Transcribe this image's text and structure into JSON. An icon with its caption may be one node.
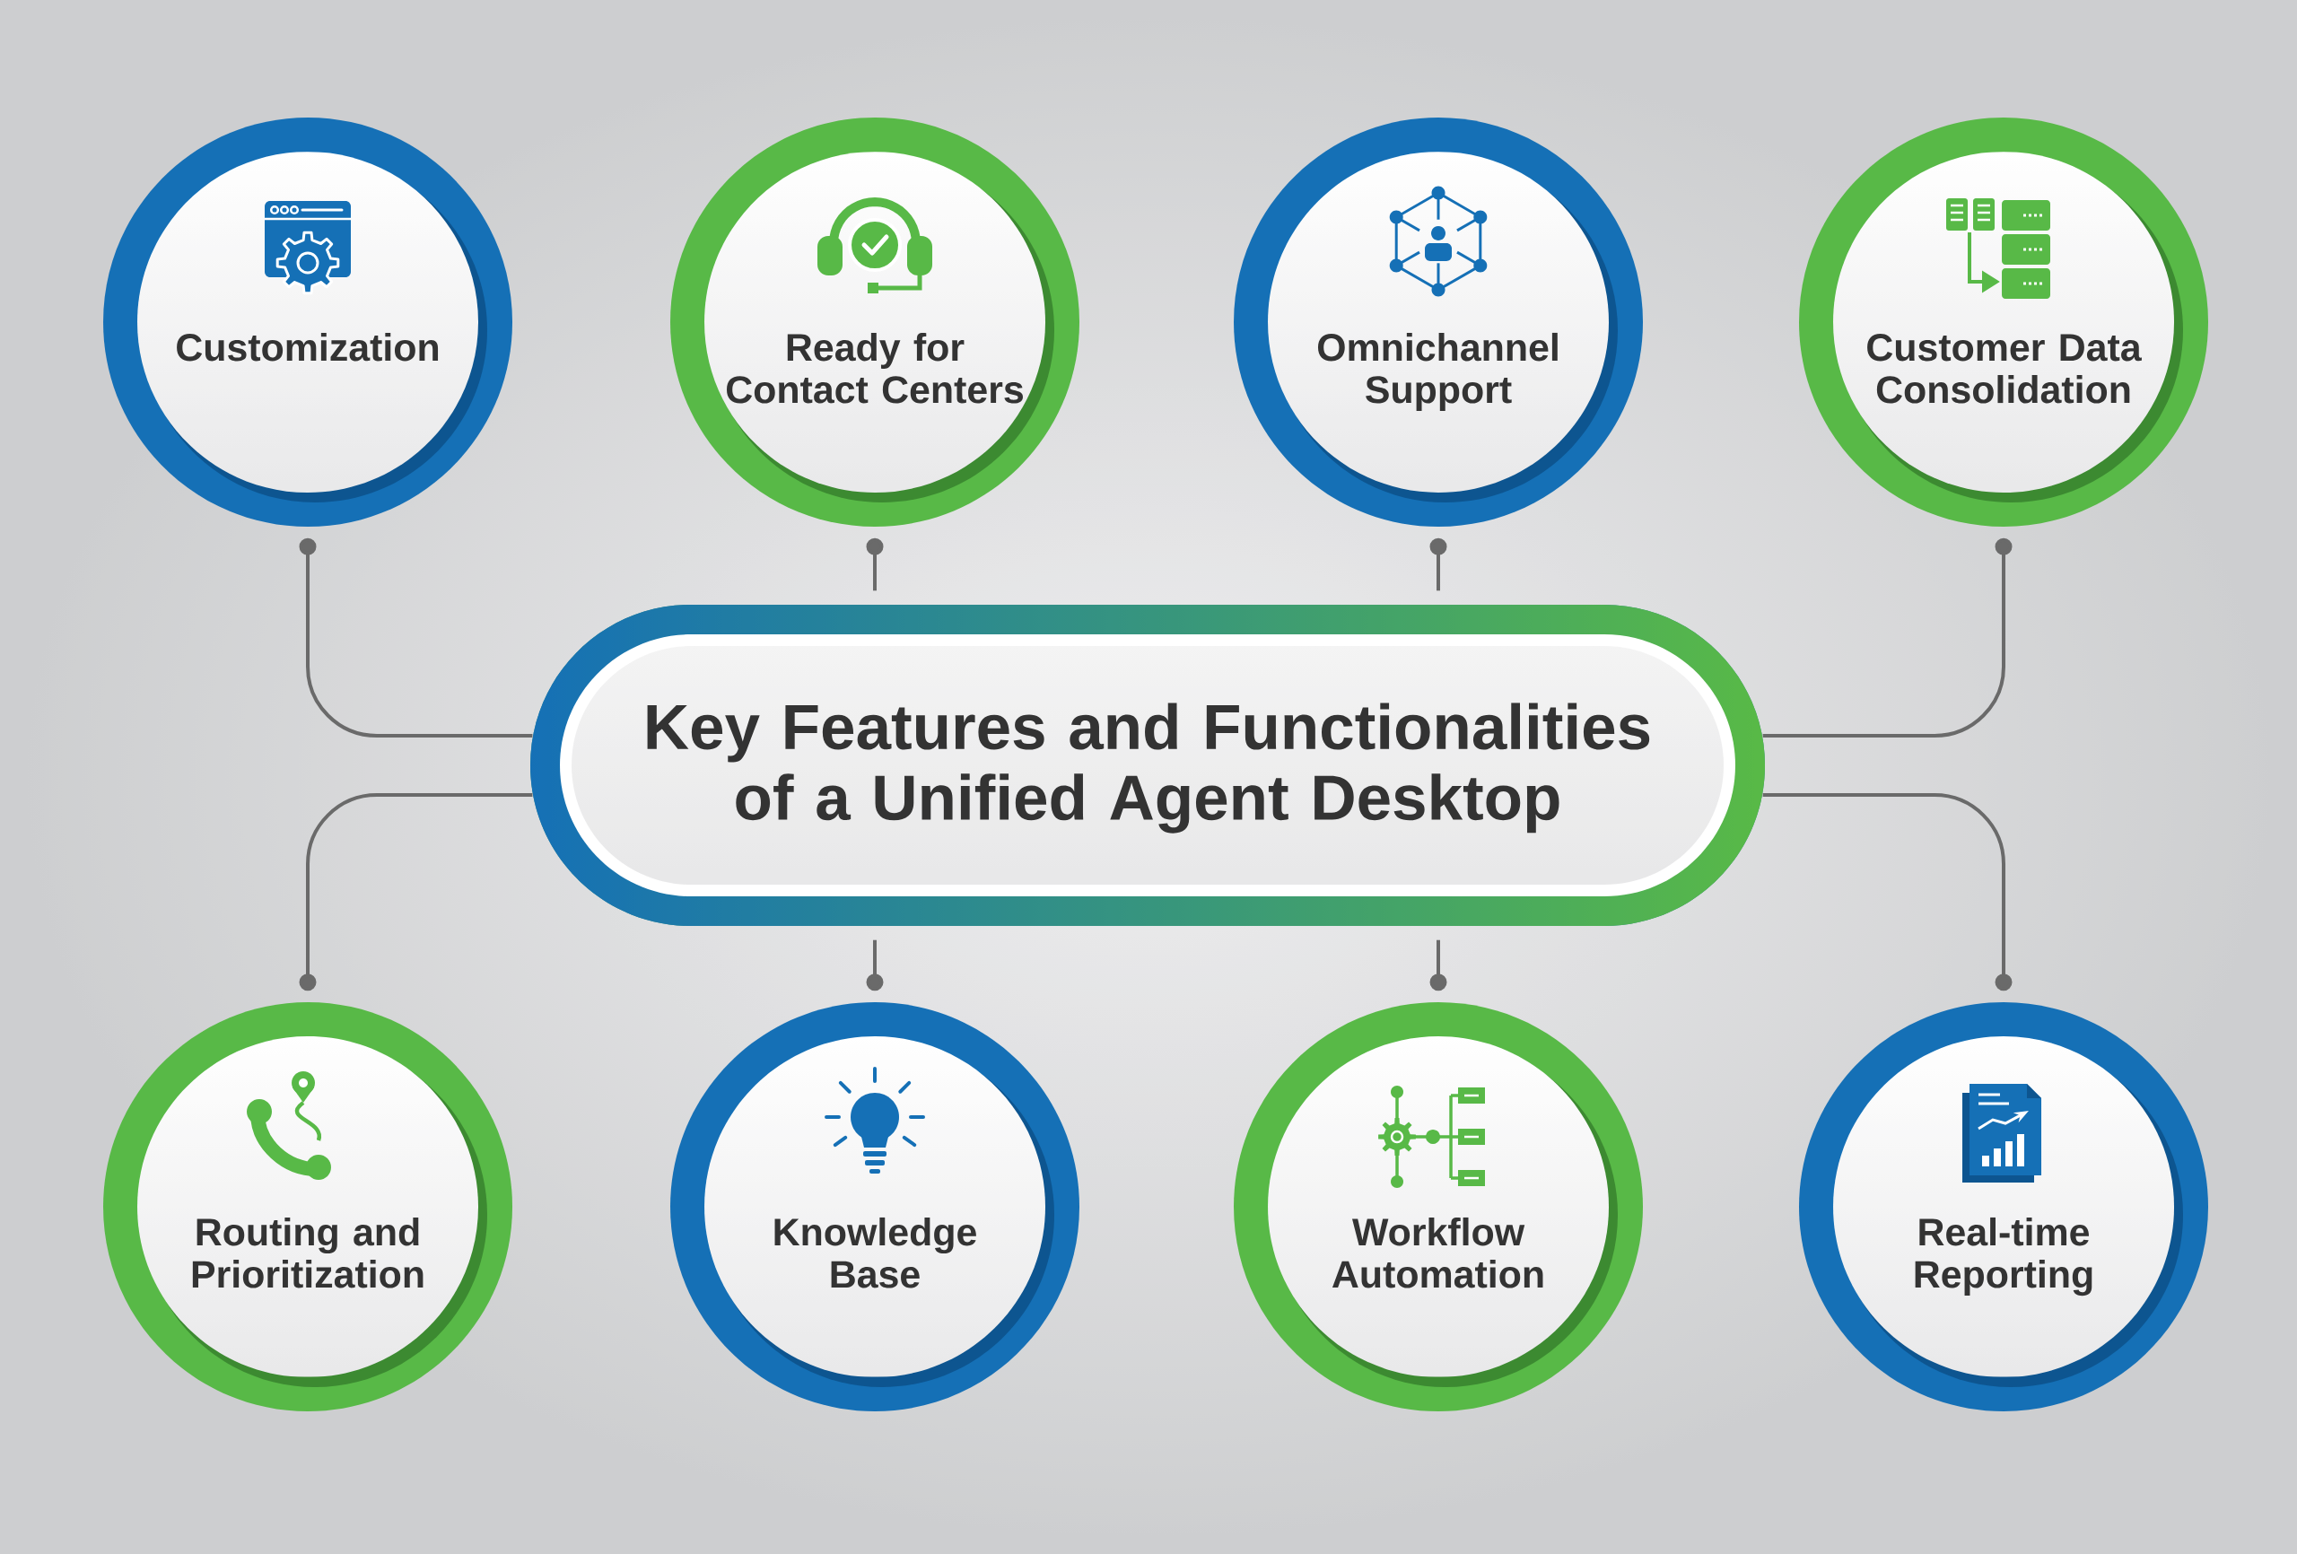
{
  "diagram": {
    "nodes": [
      {
        "text": [
          "Customization"
        ]
      },
      {
        "text": [
          "Ready for Contact Centers"
        ]
      },
      {
        "text": [
          "Omnichannel Support"
        ]
      },
      {
        "text": [
          "Customer Data Consolidation"
        ]
      },
      {
        "text": [
          "Key Features and Functionalities of a Unified Agent Desktop"
        ]
      },
      {
        "text": [
          "Routing and Prioritization"
        ]
      },
      {
        "text": [
          "Knowledge Base"
        ]
      },
      {
        "text": [
          "Workflow Automation"
        ]
      },
      {
        "text": [
          "Real-time Reporting"
        ]
      }
    ],
    "edges": [
      {
        "from": 4,
        "to": 0,
        "arrow": "other"
      },
      {
        "from": 4,
        "to": 1,
        "arrow": "other"
      },
      {
        "from": 4,
        "to": 2,
        "arrow": "other"
      },
      {
        "from": 4,
        "to": 3,
        "arrow": "other"
      },
      {
        "from": 4,
        "to": 5,
        "arrow": "other"
      },
      {
        "from": 4,
        "to": 6,
        "arrow": "other"
      },
      {
        "from": 4,
        "to": 7,
        "arrow": "other"
      },
      {
        "from": 4,
        "to": 8,
        "arrow": "other"
      }
    ]
  }
}
